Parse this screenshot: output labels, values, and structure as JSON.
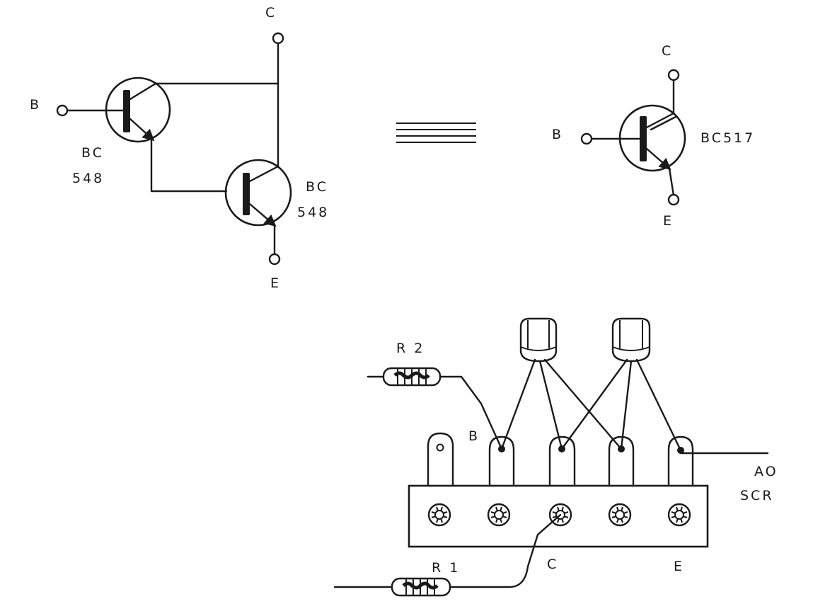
{
  "darlington": {
    "label_b": "B",
    "label_c": "C",
    "label_e": "E",
    "q1_line1": "BC",
    "q1_line2": "548",
    "q2_line1": "BC",
    "q2_line2": "548"
  },
  "equivalent": {
    "label_b": "B",
    "label_c": "C",
    "label_e": "E",
    "part": "BC517"
  },
  "assembly": {
    "r2": "R 2",
    "r1": "R 1",
    "pin_b": "B",
    "pin_c": "C",
    "pin_e": "E",
    "out_line1": "AO",
    "out_line2": "SCR"
  }
}
